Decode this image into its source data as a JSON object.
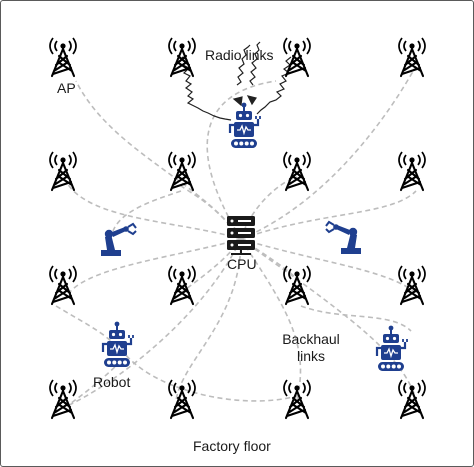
{
  "labels": {
    "ap": "AP",
    "radio_links": "Radio links",
    "cpu": "CPU",
    "robot": "Robot",
    "backhaul_line1": "Backhaul",
    "backhaul_line2": "links",
    "factory_floor": "Factory floor"
  },
  "icons": {
    "access_point": "radio-tower-icon",
    "server": "server-rack-icon",
    "robot": "robot-icon",
    "robot_arm": "robot-arm-icon"
  },
  "colors": {
    "tower": "#000000",
    "equipment": "#1f3f8f",
    "backhaul_line": "#bdbdbd",
    "radio_line": "#222222",
    "border": "#5a5a5a"
  }
}
